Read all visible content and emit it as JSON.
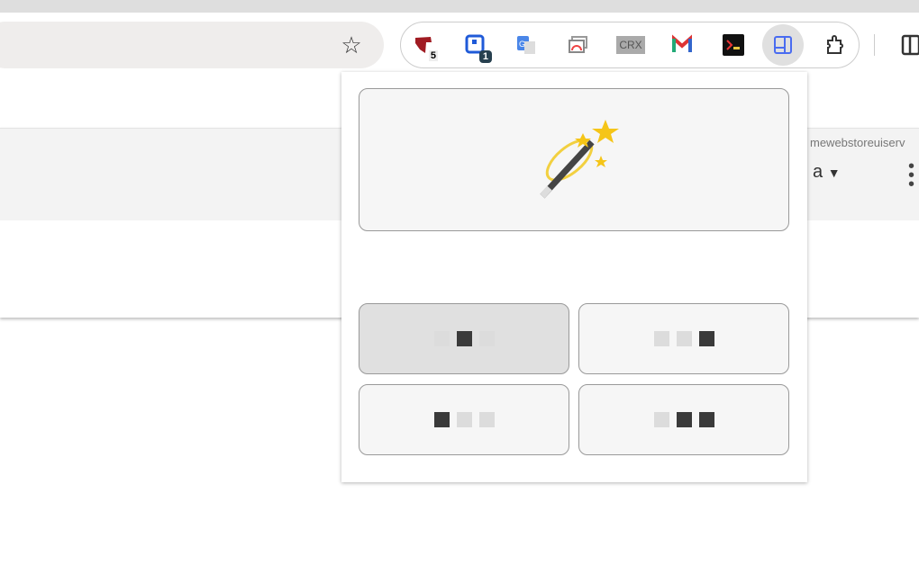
{
  "browser": {
    "extensions": [
      {
        "name": "shield-extension",
        "badge": "5"
      },
      {
        "name": "tab-extension",
        "badge": "1"
      },
      {
        "name": "google-translate"
      },
      {
        "name": "chrome-web-store-launcher"
      },
      {
        "name": "crx-extension",
        "label": "CRX"
      },
      {
        "name": "m-extension"
      },
      {
        "name": "terminal-extension"
      },
      {
        "name": "side-panel-layout-extension",
        "active": true
      },
      {
        "name": "extensions-menu"
      }
    ]
  },
  "page": {
    "url_fragment": "mewebstoreuiserv",
    "language_fragment": "a"
  },
  "popup": {
    "layouts": [
      {
        "pattern": [
          "l",
          "d",
          "l"
        ],
        "selected": true
      },
      {
        "pattern": [
          "l",
          "l",
          "d"
        ],
        "selected": false
      },
      {
        "pattern": [
          "d",
          "l",
          "l"
        ],
        "selected": false
      },
      {
        "pattern": [
          "l",
          "d",
          "d"
        ],
        "selected": false
      }
    ]
  },
  "colors": {
    "accent": "#4a6cf0",
    "active_button": "#e0e0e0"
  }
}
